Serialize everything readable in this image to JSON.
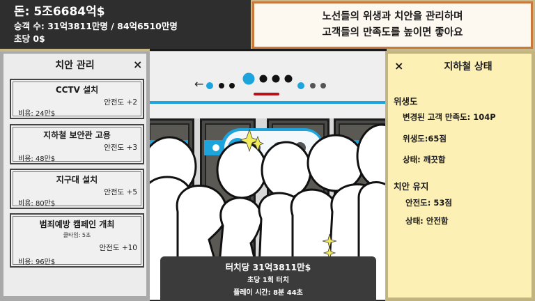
{
  "stats": {
    "money": "돈: 5조6684억$",
    "riders": "승객 수: 31억3811만명 / 84억6510만명",
    "per_second": "초당 0$"
  },
  "notice": {
    "line1": "노선들의 위생과 치안을 관리하며",
    "line2": "고객들의 만족도를 높이면 좋아요"
  },
  "security_panel": {
    "title": "치안 관리",
    "close": "×",
    "items": [
      {
        "name": "CCTV 설치",
        "effect": "안전도 +2",
        "cost": "비용: 24만$"
      },
      {
        "name": "지하철 보안관 고용",
        "effect": "안전도 +3",
        "cost": "비용: 48만$"
      },
      {
        "name": "지구대 설치",
        "effect": "안전도 +5",
        "cost": "비용: 80만$"
      },
      {
        "name": "범죄예방 캠페인 개최",
        "cooldown": "쿨타임: 5초",
        "effect": "안전도 +10",
        "cost": "비용: 96만$"
      }
    ]
  },
  "status_panel": {
    "title": "지하철 상태",
    "close": "×",
    "hygiene": {
      "heading": "위생도",
      "satisfaction": "변경된 고객 만족도: 104P",
      "score": "위생도:65점",
      "state": "상태: 깨끗함"
    },
    "security": {
      "heading": "치안 유지",
      "score": "안전도: 53점",
      "state": "상태: 안전함"
    }
  },
  "scene": {
    "route_arrow": "←",
    "train_station_number": "4",
    "door_arrow": "←",
    "colors": {
      "line_blue": "#1ea4dd",
      "current_marker": "#b5121b",
      "sparkle": "#f2ec5a"
    }
  },
  "touch_info": {
    "per_touch": "터치당 31억3811만$",
    "touch_rate": "초당 1회 터치",
    "play_time": "플레이 시간: 8분 44초"
  }
}
